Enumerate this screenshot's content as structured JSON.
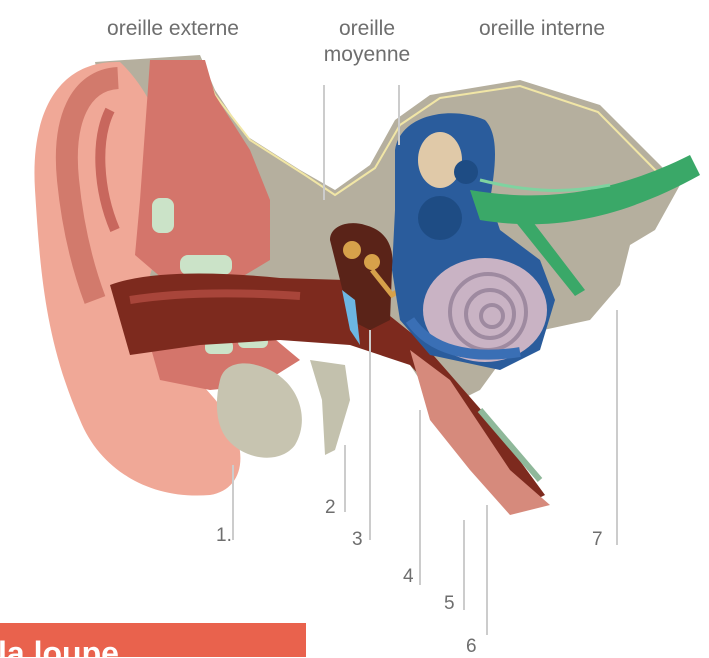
{
  "headers": {
    "outer_ear": "oreille externe",
    "middle_ear": "oreille\nmoyenne",
    "inner_ear": "oreille interne"
  },
  "labels": {
    "n1": "1.",
    "n2": "2",
    "n3": "3",
    "n4": "4",
    "n5": "5",
    "n6": "6",
    "n7": "7"
  },
  "banner": {
    "text": "la loupe"
  },
  "colors": {
    "skin": "#f0a897",
    "cartilage": "#d4756b",
    "canal": "#7d2a1e",
    "bone": "#b3ad9c",
    "labyrinth": "#2a5c9c",
    "nerve": "#3aa868",
    "cochlea": "#c9b3c4",
    "banner": "#e9624d"
  }
}
